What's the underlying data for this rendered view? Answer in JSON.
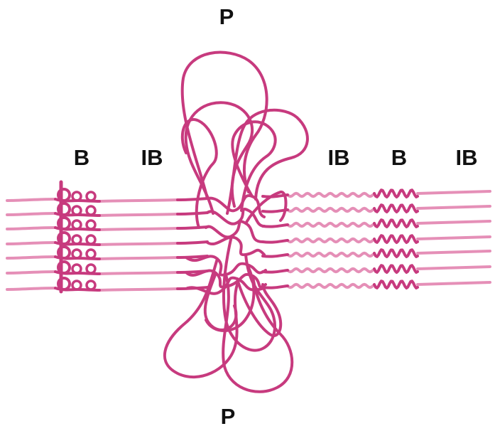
{
  "labels": {
    "puff_top": "P",
    "puff_bottom": "P",
    "band_left": "B",
    "interband_left": "IB",
    "interband_middle": "IB",
    "band_right": "B",
    "interband_right": "IB"
  },
  "colors": {
    "strand_dark": "#c73a7e",
    "strand_light": "#e58fb7",
    "label_text": "#111111",
    "background": "#ffffff"
  }
}
